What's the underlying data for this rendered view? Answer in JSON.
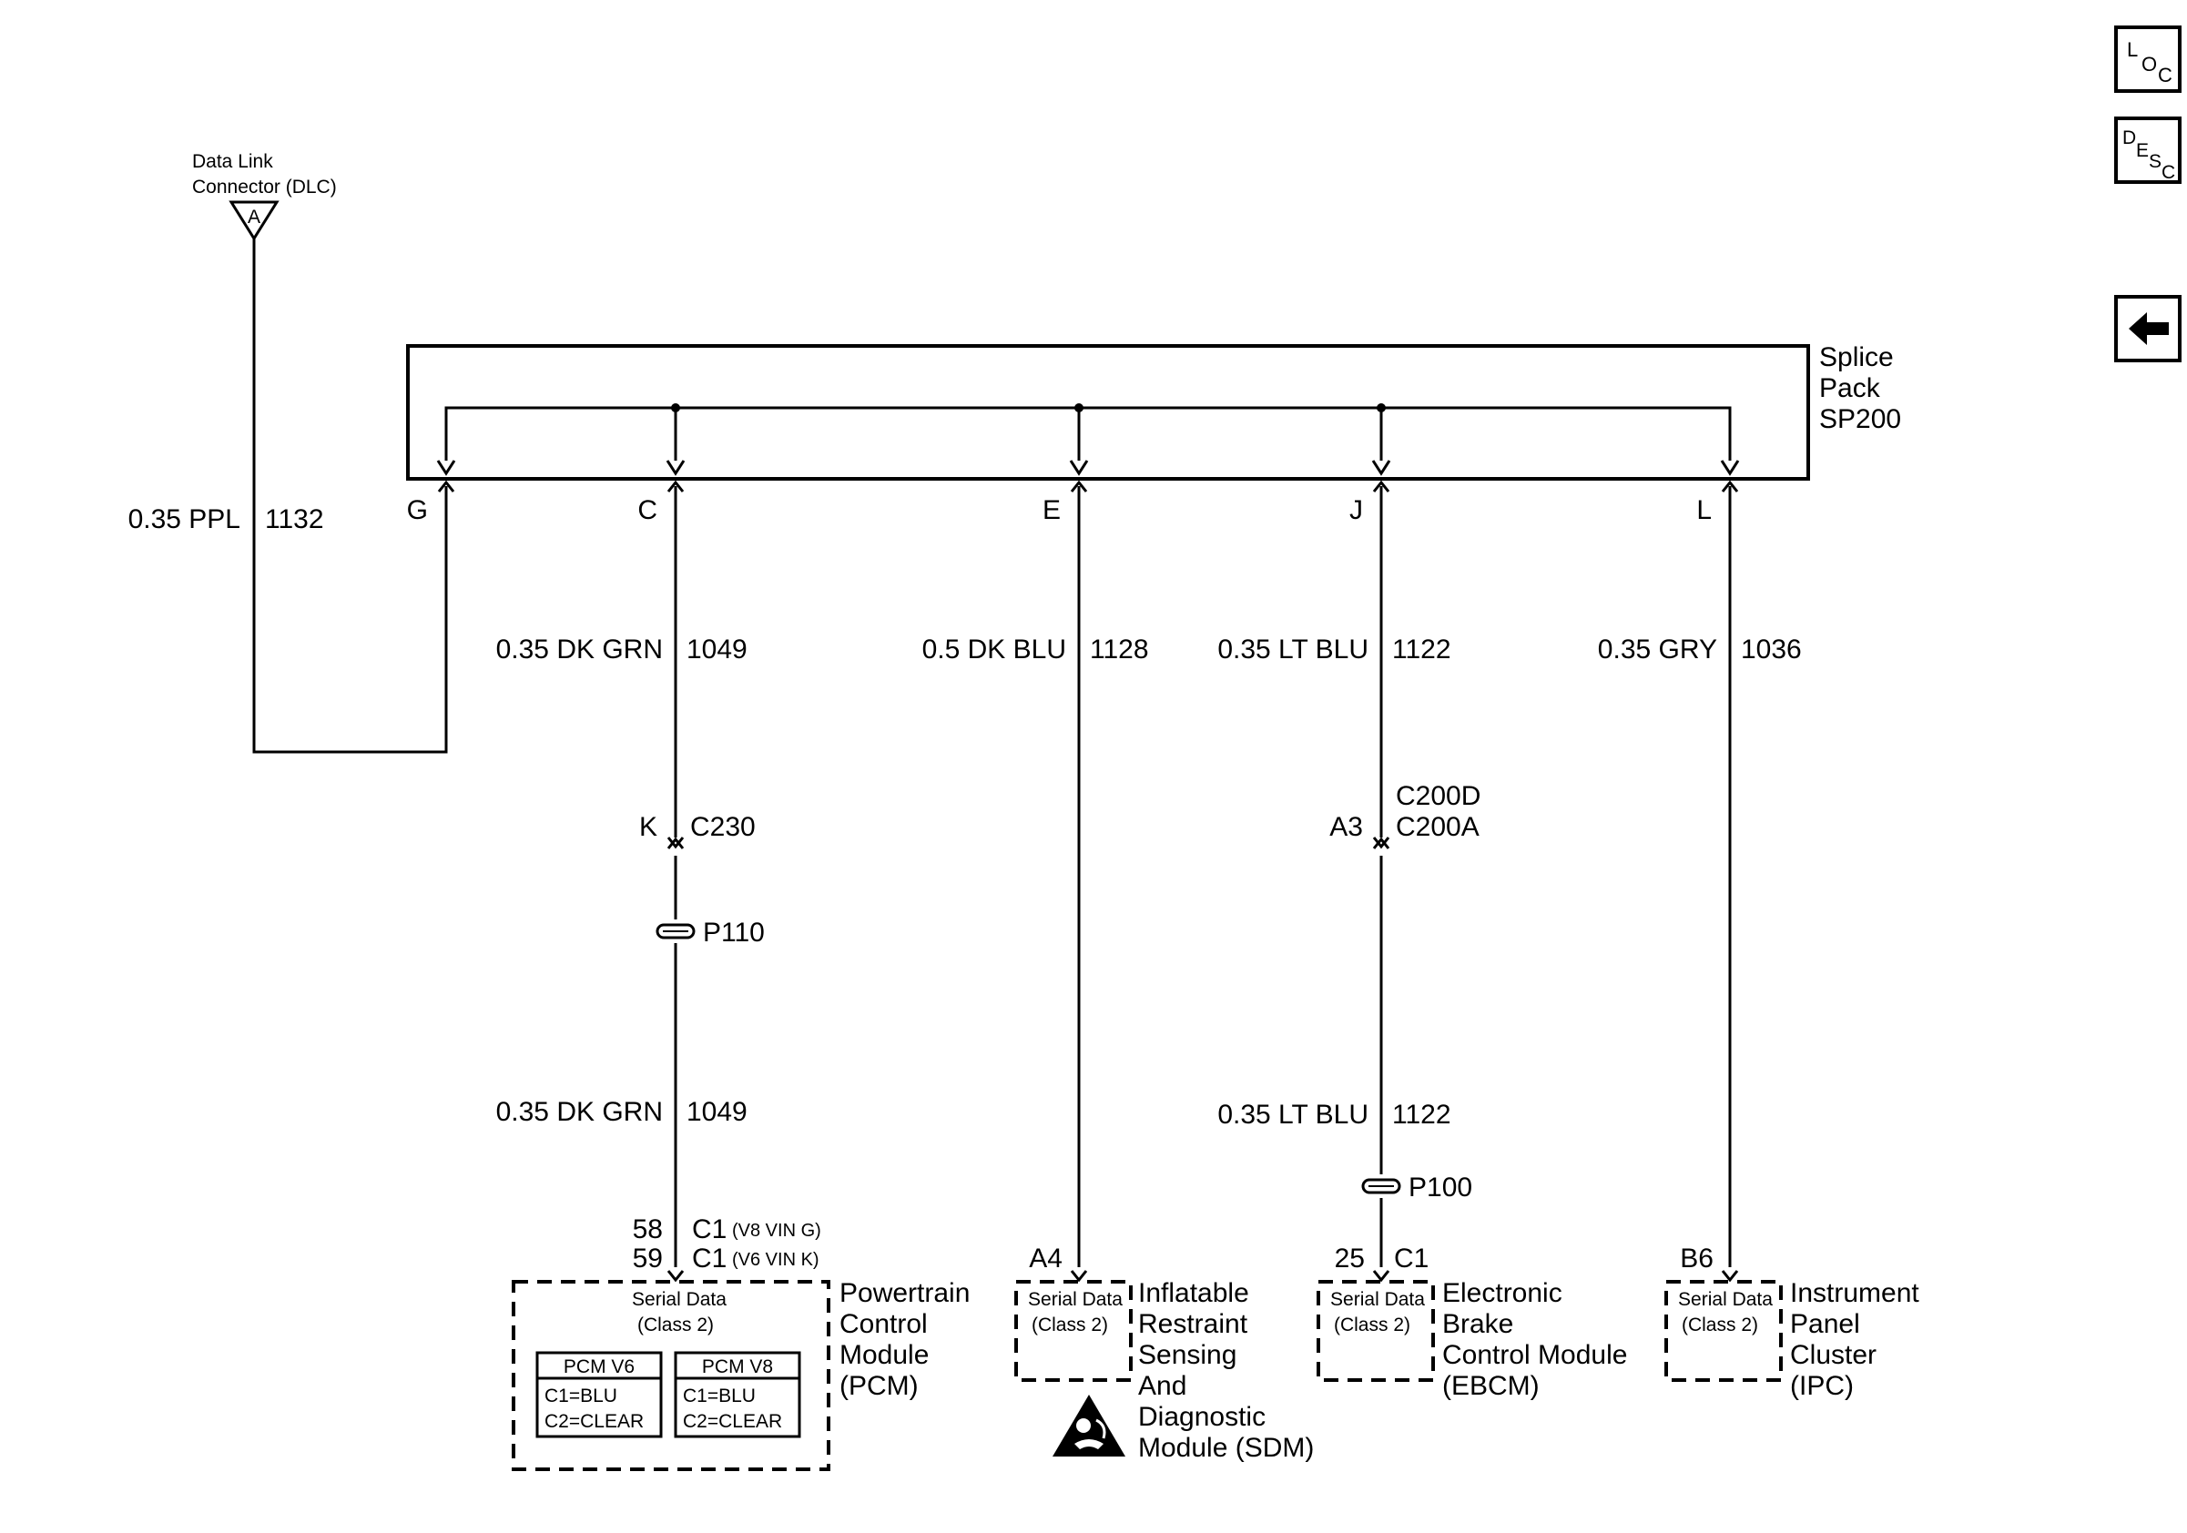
{
  "nav": {
    "loc": {
      "l": "L",
      "o": "O",
      "c": "C"
    },
    "desc": {
      "d": "D",
      "e": "E",
      "s": "S",
      "c": "C"
    }
  },
  "dlc": {
    "line1": "Data Link",
    "line2": "Connector (DLC)",
    "pin": "A"
  },
  "dlc_wire": {
    "color": "0.35 PPL",
    "circuit": "1132"
  },
  "splice": {
    "line1": "Splice",
    "line2": "Pack",
    "line3": "SP200"
  },
  "pins": {
    "g": "G",
    "c": "C",
    "e": "E",
    "j": "J",
    "l": "L"
  },
  "wires": {
    "c": {
      "color": "0.35 DK GRN",
      "circuit": "1049"
    },
    "e": {
      "color": "0.5 DK BLU",
      "circuit": "1128"
    },
    "j": {
      "color": "0.35 LT BLU",
      "circuit": "1122"
    },
    "l": {
      "color": "0.35 GRY",
      "circuit": "1036"
    },
    "c_lower": {
      "color": "0.35 DK GRN",
      "circuit": "1049"
    },
    "j_lower": {
      "color": "0.35 LT BLU",
      "circuit": "1122"
    }
  },
  "connectors": {
    "c230": {
      "pin": "K",
      "name": "C230"
    },
    "c200": {
      "pin": "A3",
      "name1": "C200D",
      "name2": "C200A"
    },
    "p110": "P110",
    "p100": "P100"
  },
  "pcm": {
    "pin1": "58",
    "conn1": "C1",
    "note1": "(V8 VIN G)",
    "pin2": "59",
    "conn2": "C1",
    "note2": "(V6 VIN K)",
    "serial1": "Serial Data",
    "serial2": "(Class 2)",
    "name": [
      "Powertrain",
      "Control",
      "Module",
      "(PCM)"
    ],
    "table_v6": {
      "title": "PCM V6",
      "r1": "C1=BLU",
      "r2": "C2=CLEAR"
    },
    "table_v8": {
      "title": "PCM V8",
      "r1": "C1=BLU",
      "r2": "C2=CLEAR"
    }
  },
  "sdm": {
    "pin": "A4",
    "serial1": "Serial Data",
    "serial2": "(Class 2)",
    "name": [
      "Inflatable",
      "Restraint",
      "Sensing",
      "And",
      "Diagnostic",
      "Module (SDM)"
    ]
  },
  "ebcm": {
    "pin": "25",
    "conn": "C1",
    "serial1": "Serial Data",
    "serial2": "(Class 2)",
    "name": [
      "Electronic",
      "Brake",
      "Control Module",
      "(EBCM)"
    ]
  },
  "ipc": {
    "pin": "B6",
    "serial1": "Serial Data",
    "serial2": "(Class 2)",
    "name": [
      "Instrument",
      "Panel",
      "Cluster",
      "(IPC)"
    ]
  }
}
